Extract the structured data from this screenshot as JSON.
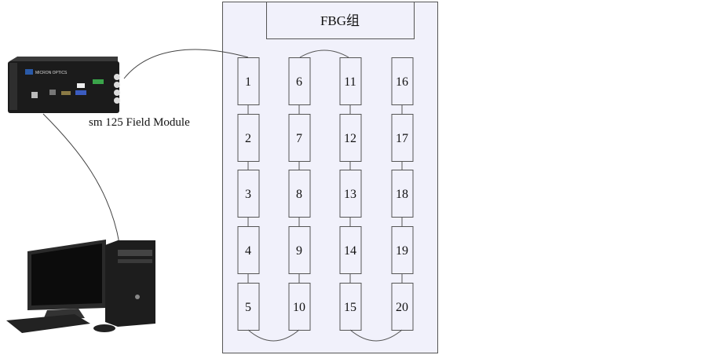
{
  "group_title": "FBG组",
  "device_label": "sm 125 Field Module",
  "device_brand": "MICRON OPTICS",
  "columns": [
    [
      "1",
      "2",
      "3",
      "4",
      "5"
    ],
    [
      "6",
      "7",
      "8",
      "9",
      "10"
    ],
    [
      "11",
      "12",
      "13",
      "14",
      "15"
    ],
    [
      "16",
      "17",
      "18",
      "19",
      "20"
    ]
  ],
  "colors": {
    "panel_fill": "#f1f1fb",
    "stroke": "#555555"
  }
}
